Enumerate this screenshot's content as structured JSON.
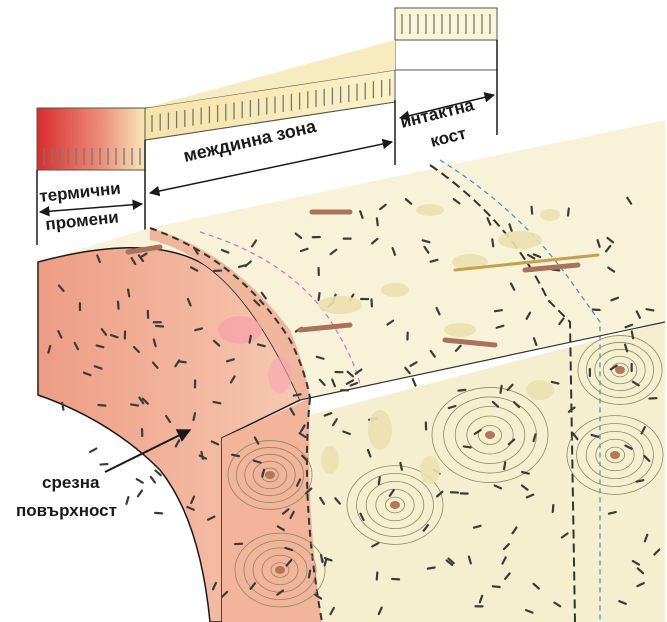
{
  "zones": {
    "thermal": {
      "line1": "термични",
      "line2": "промени",
      "color": "#d93a3a"
    },
    "intermediate": {
      "label": "междинна зона",
      "color": "#f7f0c6"
    },
    "intact": {
      "line1": "интактна",
      "line2": "кост",
      "color": "#fbf6d6"
    }
  },
  "cut_surface": {
    "line1": "срезна",
    "line2": "повърхност"
  },
  "colors": {
    "burned": "#f2b9a2",
    "burned_edge": "#e89a82",
    "bone": "#f8f3d8",
    "bone_side": "#f3ecc8",
    "osteon_line": "#8a8a60",
    "lacuna": "#3b3b3b",
    "canal": "#b5765a",
    "crack": "#e6dcaa"
  }
}
